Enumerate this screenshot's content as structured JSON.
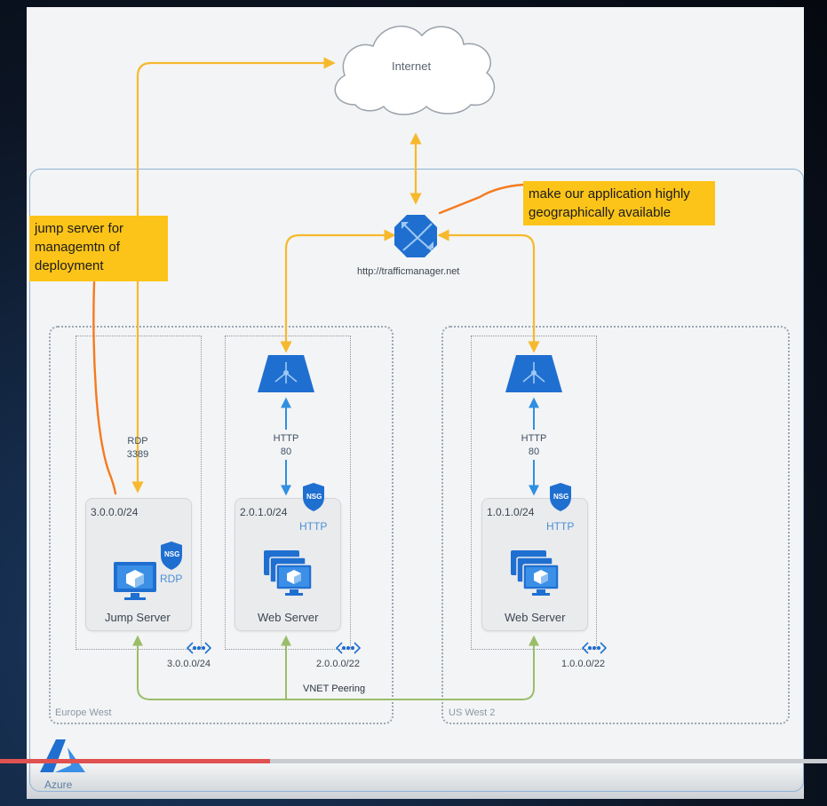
{
  "diagram": {
    "internet": {
      "label": "Internet"
    },
    "traffic_manager": {
      "url": "http://trafficmanager.net"
    },
    "notes": {
      "geo": "make our application highly geographically available",
      "jump_lines": [
        "jump server for",
        "managemtn of",
        "deployment"
      ]
    },
    "rdp": {
      "label": "RDP",
      "port": "3389"
    },
    "http_links": [
      {
        "label": "HTTP",
        "port": "80"
      },
      {
        "label": "HTTP",
        "port": "80"
      }
    ],
    "regions": [
      {
        "name": "Europe West"
      },
      {
        "name": "US West 2"
      }
    ],
    "servers": [
      {
        "subnet": "3.0.0.0/24",
        "nsg": "NSG",
        "rule": "RDP",
        "name": "Jump Server",
        "vnet": "3.0.0.0/24"
      },
      {
        "subnet": "2.0.1.0/24",
        "nsg": "NSG",
        "rule": "HTTP",
        "name": "Web Server",
        "vnet": "2.0.0.0/22"
      },
      {
        "subnet": "1.0.1.0/24",
        "nsg": "NSG",
        "rule": "HTTP",
        "name": "Web Server",
        "vnet": "1.0.0.0/22"
      }
    ],
    "peering": {
      "label": "VNET Peering"
    },
    "brand": {
      "name": "Azure"
    },
    "colors": {
      "connector": "#f6b92e",
      "peering": "#9bbd6a",
      "azure_blue": "#1f6fd1",
      "http_arrow": "#2f8fe0",
      "note_bg": "#fcc419",
      "annotation": "#f47b20"
    }
  },
  "player": {
    "progress_fraction": 0.327
  }
}
